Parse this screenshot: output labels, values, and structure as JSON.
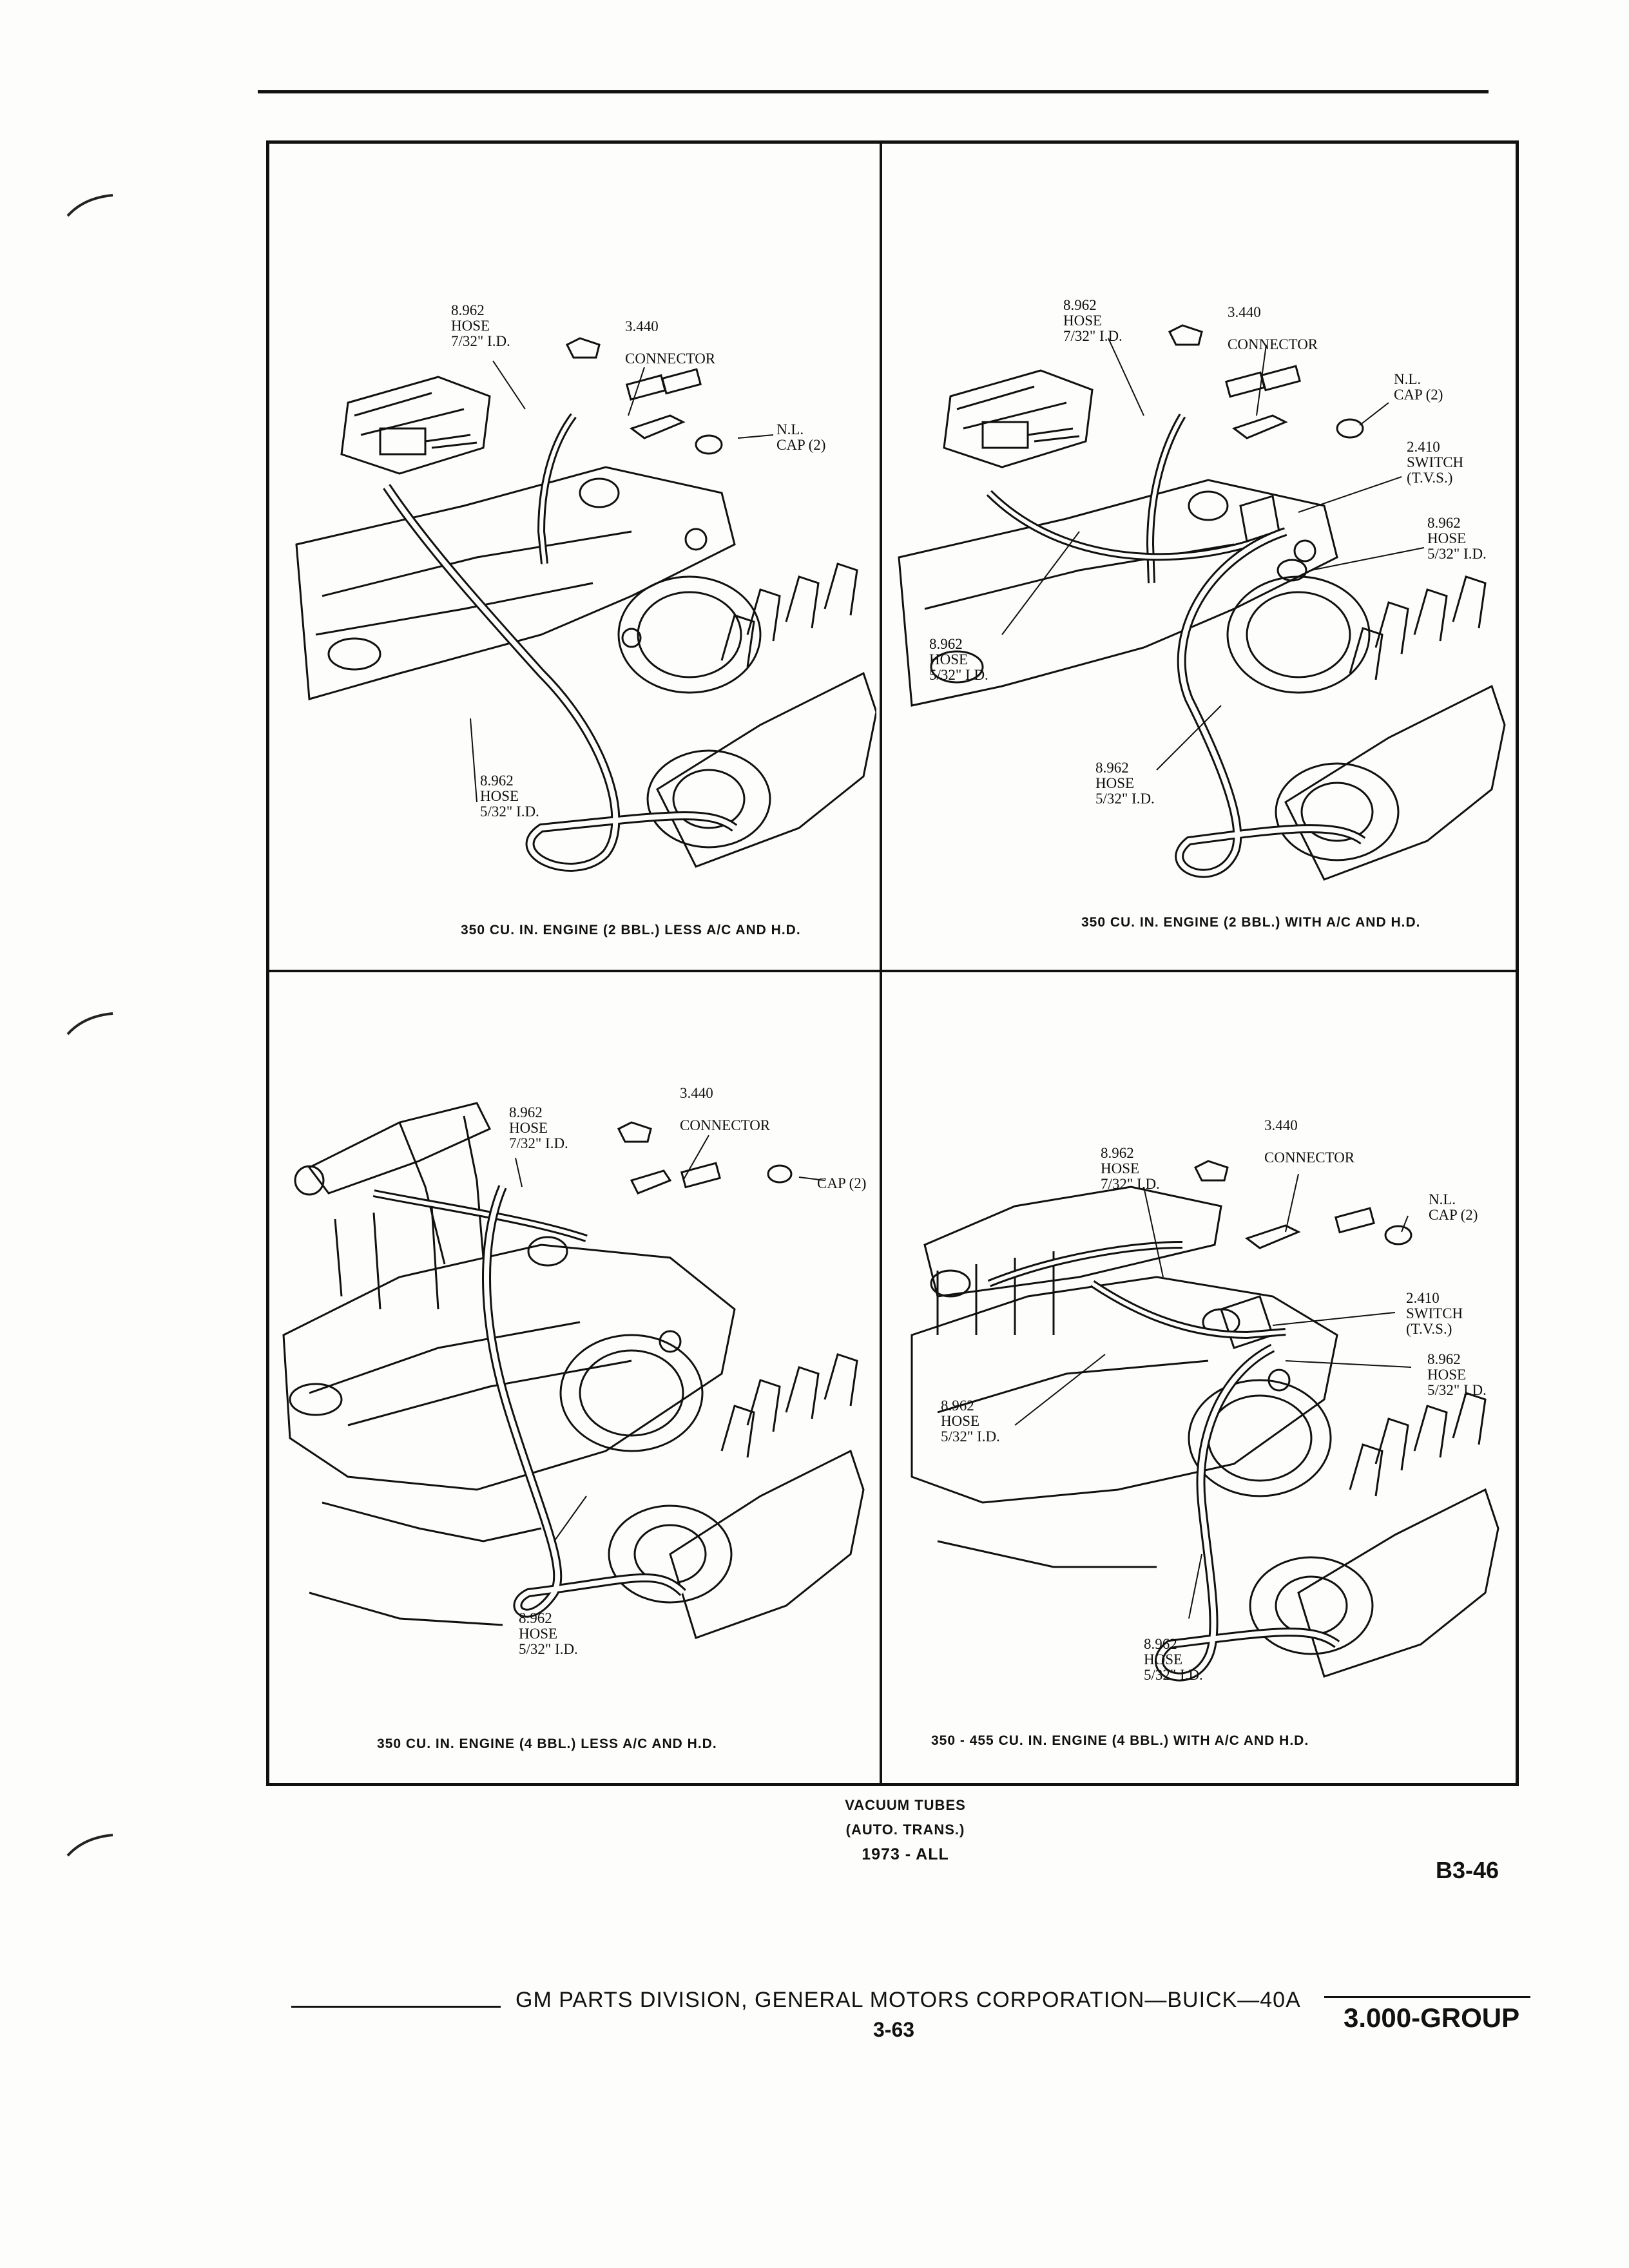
{
  "panels": [
    {
      "caption": "350 CU. IN. ENGINE (2 BBL.) LESS A/C AND H.D.",
      "labels": [
        "8.962\nHOSE\n7/32\" I.D.",
        "3.440",
        "CONNECTOR",
        "N.L.\nCAP (2)",
        "8.962\nHOSE\n5/32\" I.D."
      ]
    },
    {
      "caption": "350 CU. IN. ENGINE (2 BBL.) WITH A/C AND H.D.",
      "labels": [
        "8.962\nHOSE\n7/32\" I.D.",
        "3.440",
        "CONNECTOR",
        "N.L.\nCAP (2)",
        "2.410\nSWITCH\n(T.V.S.)",
        "8.962\nHOSE\n5/32\" I.D.",
        "8.962\nHOSE\n5/32\" I.D.",
        "8.962\nHOSE\n5/32\" I.D."
      ]
    },
    {
      "caption": "350 CU. IN. ENGINE (4 BBL.) LESS A/C AND H.D.",
      "labels": [
        "3.440",
        "8.962\nHOSE\n7/32\" I.D.",
        "CONNECTOR",
        "CAP (2)",
        "8.962\nHOSE\n5/32\" I.D."
      ]
    },
    {
      "caption": "350 - 455 CU. IN. ENGINE (4 BBL.) WITH A/C AND H.D.",
      "labels": [
        "3.440",
        "8.962\nHOSE\n7/32\" I.D.",
        "CONNECTOR",
        "N.L.\nCAP (2)",
        "2.410\nSWITCH\n(T.V.S.)",
        "8.962\nHOSE\n5/32\" I.D.",
        "8.962\nHOSE\n5/32\" I.D.",
        "8.962\nHOSE\n5/32\" I.D."
      ]
    }
  ],
  "figure_title": [
    "VACUUM TUBES",
    "(AUTO. TRANS.)",
    "1973 - ALL"
  ],
  "figure_number": "B3-46",
  "footer": {
    "company": "GM PARTS DIVISION, GENERAL MOTORS CORPORATION—BUICK—40A",
    "page": "3-63",
    "group": "3.000-GROUP"
  },
  "colors": {
    "ink": "#111111",
    "paper": "#fdfdfb"
  }
}
